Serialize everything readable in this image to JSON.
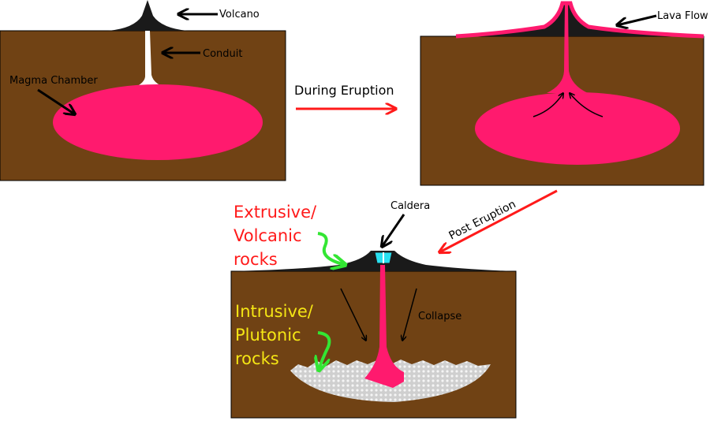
{
  "labels": {
    "volcano": "Volcano",
    "conduit": "Conduit",
    "magma_chamber": "Magma Chamber",
    "during_eruption": "During Eruption",
    "lava_flow": "Lava Flow",
    "post_eruption": "Post Eruption",
    "caldera": "Caldera",
    "extrusive_line1": "Extrusive/",
    "extrusive_line2": "Volcanic",
    "extrusive_line3": "rocks",
    "intrusive_line1": "Intrusive/",
    "intrusive_line2": "Plutonic",
    "intrusive_line3": "rocks",
    "collapse": "Collapse"
  },
  "colors": {
    "ground": "#704214",
    "magma": "#ff1a6e",
    "volcano": "#1a1a1a",
    "caldera_water": "#29e0f0",
    "arrow_red": "#ff1a1a",
    "extrusive_text": "#ff1a1a",
    "intrusive_text": "#f5e614",
    "pointer_green": "#33e633",
    "pluton": "#d4d4d4"
  }
}
